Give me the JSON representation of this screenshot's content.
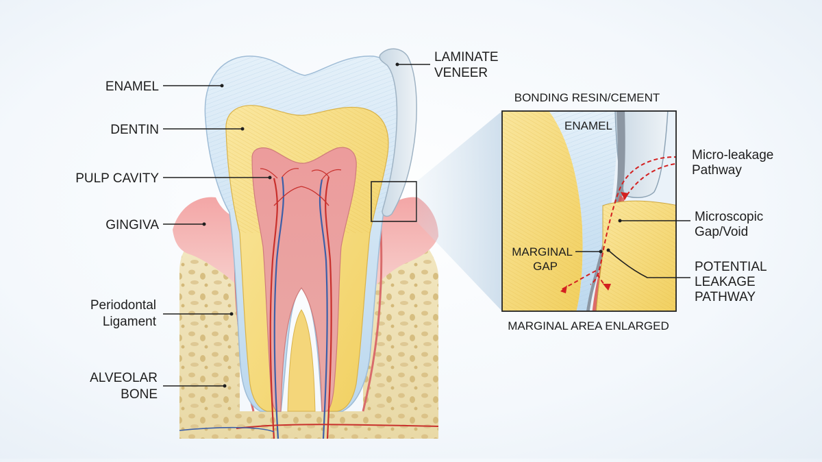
{
  "labels": {
    "enamel": "ENAMEL",
    "dentin": "DENTIN",
    "pulp_cavity": "PULP CAVITY",
    "gingiva": "GINGIVA",
    "periodontal": [
      "Periodontal",
      "Ligament"
    ],
    "alveolar": [
      "ALVEOLAR",
      "BONE"
    ],
    "veneer": [
      "LAMINATE",
      "VENEER"
    ]
  },
  "inset": {
    "title": "BONDING RESIN/CEMENT",
    "caption": "MARGINAL AREA ENLARGED",
    "enamel": "ENAMEL",
    "marginal_gap": [
      "MARGINAL",
      "GAP"
    ],
    "micro_leakage": [
      "Micro-leakage",
      "Pathway"
    ],
    "microscopic_gap": [
      "Microscopic",
      "Gap/Void"
    ],
    "potential_leakage": [
      "POTENTIAL",
      "LEAKAGE",
      "PATHWAY"
    ]
  },
  "colors": {
    "enamel": "#cfe3f2",
    "dentin": "#f6dc78",
    "pulp": "#e9a0a0",
    "gingiva": "#f1b3b3",
    "bone": "#efe2b8",
    "veneer": "#dde8f0",
    "leakage_arrow": "#d32020"
  }
}
